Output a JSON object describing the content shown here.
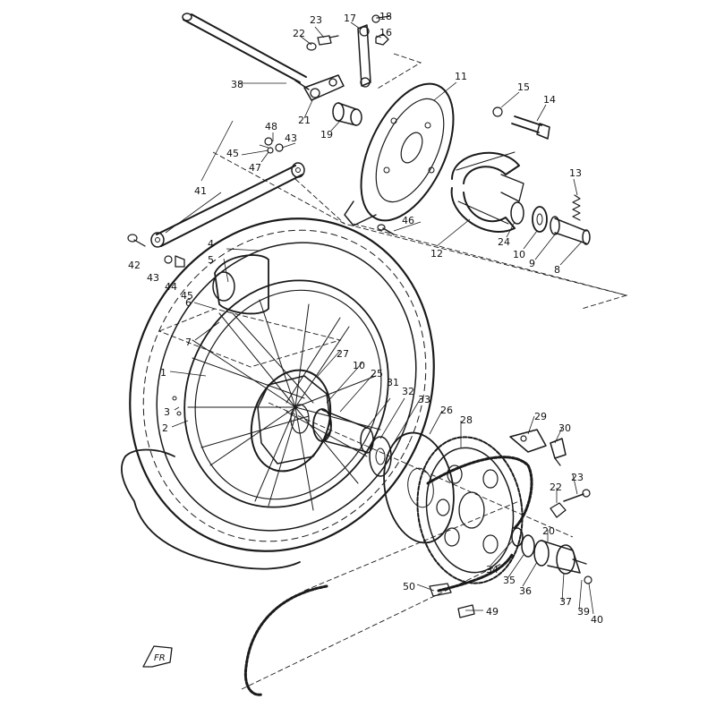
{
  "diagram": {
    "colors": {
      "ink": "#1a1a1a",
      "paper": "#ffffff"
    },
    "front_arrow_text": "FR",
    "callouts": [
      "1",
      "2",
      "3",
      "4",
      "5",
      "6",
      "7",
      "8",
      "9",
      "10",
      "11",
      "12",
      "13",
      "14",
      "15",
      "16",
      "17",
      "18",
      "19",
      "20",
      "21",
      "22",
      "23",
      "24",
      "25",
      "26",
      "27",
      "28",
      "29",
      "30",
      "31",
      "32",
      "33",
      "34",
      "35",
      "36",
      "37",
      "38",
      "39",
      "40",
      "41",
      "42",
      "43",
      "44",
      "45",
      "46",
      "47",
      "48",
      "49",
      "50"
    ]
  }
}
